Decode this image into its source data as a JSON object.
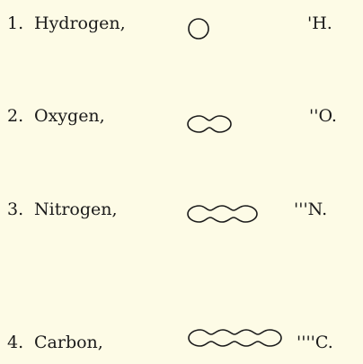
{
  "elements": [
    {
      "number": "1.",
      "name": "Hydrogen,",
      "symbol": "'H.",
      "lobes": 1
    },
    {
      "number": "2.",
      "name": "Oxygen,",
      "symbol": "''O.",
      "lobes": 2
    },
    {
      "number": "3.",
      "name": "Nitrogen,",
      "symbol": "'''N.",
      "lobes": 3
    },
    {
      "number": "4.",
      "name": "Carbon,",
      "symbol": "''''C.",
      "lobes": 4
    }
  ]
}
